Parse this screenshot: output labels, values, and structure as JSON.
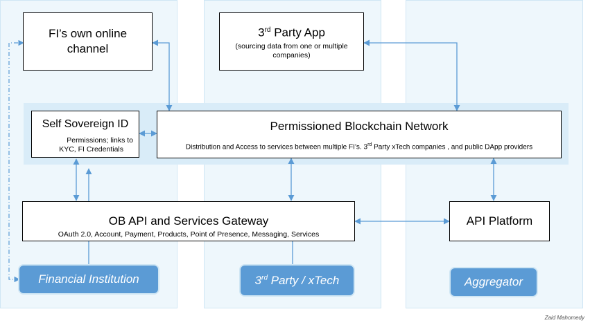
{
  "fi_channel": {
    "line1": "FI’s own online",
    "line2": "channel"
  },
  "third_party_app": {
    "title_prefix": "3",
    "title_sup": "rd",
    "title_suffix": " Party App",
    "subtitle_line1": "(sourcing data from one or multiple",
    "subtitle_line2": "companies)"
  },
  "ssi": {
    "title": "Self Sovereign ID",
    "sub_line1": "Permissions; links to",
    "sub_line2": "KYC, FI Credentials"
  },
  "blockchain": {
    "title": "Permissioned Blockchain Network",
    "sub_before_sup": "Distribution and Access to services between multiple FI’s. 3",
    "sub_sup": "rd",
    "sub_after_sup": " Party xTech companies , and public DApp providers"
  },
  "gateway": {
    "title": "OB API and Services Gateway",
    "sub": "OAuth 2.0, Account, Payment, Products, Point of Presence, Messaging, Services"
  },
  "api_platform": {
    "title": "API Platform"
  },
  "labels": {
    "financial_institution": "Financial Institution",
    "third_party_prefix": "3",
    "third_party_sup": "rd",
    "third_party_suffix": " Party / xTech",
    "aggregator": "Aggregator"
  },
  "credit": "Zaid Mahomedy",
  "colors": {
    "column_bg": "#eef7fc",
    "band_bg": "#d9ecf8",
    "pill_bg": "#5b9bd5",
    "connector": "#5b9bd5"
  }
}
